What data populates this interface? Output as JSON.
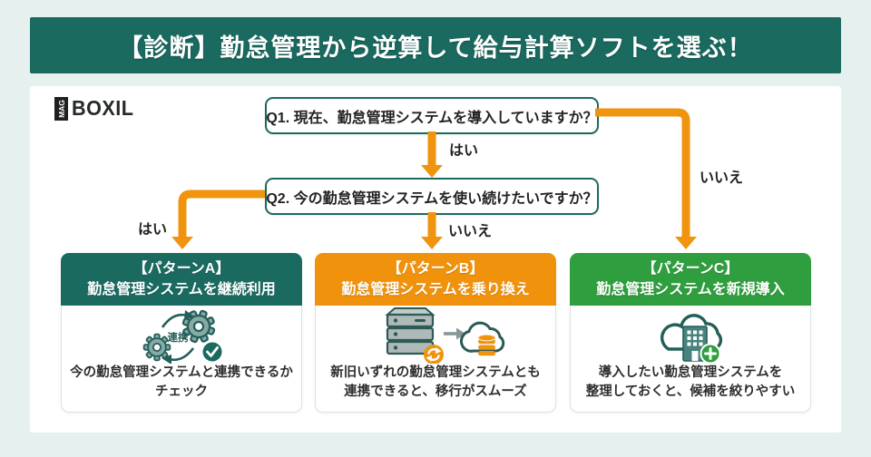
{
  "banner": {
    "title": "【診断】勤怠管理から逆算して給与計算ソフトを選ぶ！"
  },
  "logo": {
    "mag": "MAG",
    "name": "BOXIL"
  },
  "flow": {
    "q1": "Q1. 現在、勤怠管理システムを導入していますか？",
    "q2": "Q2. 今の勤怠管理システムを使い続けたいですか？",
    "labels": {
      "q1_yes": "はい",
      "q1_no": "いいえ",
      "q2_yes": "はい",
      "q2_no": "いいえ"
    }
  },
  "patterns": [
    {
      "name": "【パターンA】",
      "subtitle": "勤怠管理システムを継続利用",
      "icon": "gears-sync-check-icon",
      "icon_label": "連携",
      "desc1": "今の勤怠管理システムと連携できるか",
      "desc2": "チェック",
      "color": "#1a6a60"
    },
    {
      "name": "【パターンB】",
      "subtitle": "勤怠管理システムを乗り換え",
      "icon": "server-to-cloud-icon",
      "desc1": "新旧いずれの勤怠管理システムとも",
      "desc2": "連携できると、移行がスムーズ",
      "color": "#f0920c"
    },
    {
      "name": "【パターンC】",
      "subtitle": "勤怠管理システムを新規導入",
      "icon": "cloud-building-plus-icon",
      "desc1": "導入したい勤怠管理システムを",
      "desc2": "整理しておくと、候補を絞りやすい",
      "color": "#2f9e3e"
    }
  ],
  "colors": {
    "background": "#e6f1ef",
    "teal": "#1a6a60",
    "orange": "#f0940f",
    "green": "#2f9e3e",
    "text": "#2b2b2b"
  }
}
